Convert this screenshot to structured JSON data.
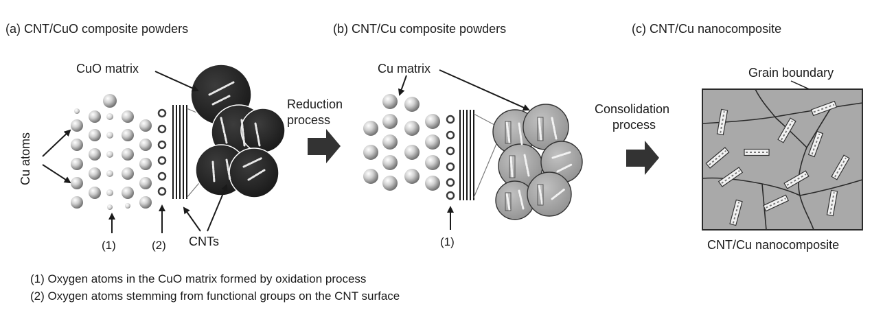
{
  "panels": {
    "a": {
      "title": "(a) CNT/CuO composite powders",
      "cuo_matrix": "CuO matrix",
      "cu_atoms": "Cu atoms",
      "marker1": "(1)",
      "marker2": "(2)",
      "cnts": "CNTs"
    },
    "b": {
      "title": "(b) CNT/Cu composite powders",
      "cu_matrix": "Cu matrix",
      "marker1": "(1)"
    },
    "c": {
      "title": "(c) CNT/Cu nanocomposite",
      "grain_boundary": "Grain boundary",
      "caption": "CNT/Cu nanocomposite"
    }
  },
  "process": {
    "reduction_line1": "Reduction",
    "reduction_line2": "process",
    "consolidation_line1": "Consolidation",
    "consolidation_line2": "process"
  },
  "notes": {
    "note1": "(1) Oxygen atoms in the CuO matrix formed by oxidation process",
    "note2": "(2) Oxygen atoms stemming from functional groups on the CNT surface"
  },
  "colors": {
    "dark_matrix": "#2b2b2b",
    "grey_matrix": "#a7a7a7",
    "nanocomposite_fill": "#a9a9a9",
    "ink": "#1a1a1a"
  }
}
